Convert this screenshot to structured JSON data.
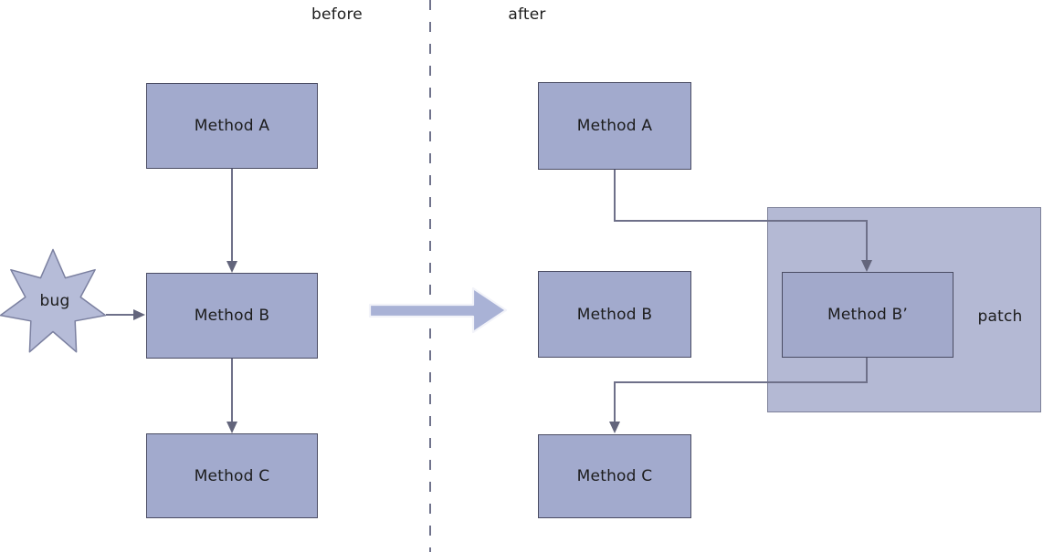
{
  "diagram": {
    "title_before": "before",
    "title_after": "after",
    "before": {
      "method_a": "Method A",
      "method_b": "Method B",
      "method_c": "Method C",
      "bug": "bug"
    },
    "after": {
      "method_a": "Method A",
      "method_b": "Method B",
      "method_b_patched": "Method B’",
      "method_c": "Method C",
      "patch": "patch"
    },
    "colors": {
      "box_fill": "#a2aacd",
      "box_border": "#4a4c63",
      "patched_box_fill": "#a2a9cb",
      "patch_fill": "#b4b9d4",
      "patch_border": "#7d8199",
      "connector": "#6e7089",
      "divider": "#70738c",
      "star_fill": "#b6bcd8",
      "star_border": "#7b80a0",
      "big_arrow_fill": "#a9b2d6",
      "big_arrow_outline": "#f2f3f9",
      "text": "#1c1c1c",
      "background": "#ffffff"
    }
  }
}
